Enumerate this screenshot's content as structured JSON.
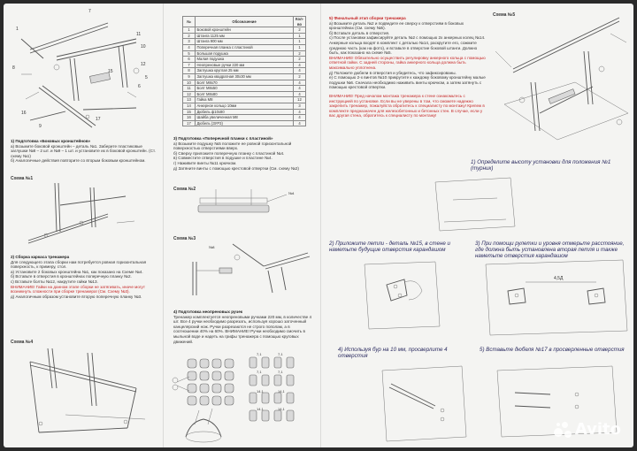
{
  "panel1": {
    "step1_title": "1) Подготовка «Боковых кронштейнов»",
    "step1_text": "а) Возьмите боковой кронштейн – деталь №1. Заберите пластиковые заглушки №8 – 2 шт. и №9 – 1 шт. и установите их в боковой кронштейн. (Ст. схему №1)",
    "step1_b": "б) Аналогичные действия повторите со вторым боковым кронштейном.",
    "scheme1": "Схема №1",
    "step2_title": "2) Сборка каркаса тренажера",
    "step2_text": "Для следующего этапа сборки нам потребуется ровная горизонтальная поверхность, к примеру, стол.",
    "step2_a": "а) Установите 2 боковых кронштейна №1, как показано на Схеме №4.",
    "step2_b": "б) Вставьте в отверстия в кронштейнах поперечную планку №2.",
    "step2_c": "с) Вставьте болты №12, накрутите гайки №13.",
    "step2_warn": "ВНИМАНИЕ! Гайки на данном этапе сборки не затягивать, иначе могут возникнуть сложности при сборке тренажера! (См. Схему №3).",
    "step2_d": "д) Аналогичным образом установите вторую поперечную планку №3.",
    "scheme4": "Схема №4",
    "callouts": [
      "7",
      "11",
      "10",
      "16",
      "15",
      "12",
      "8",
      "9",
      "17",
      "6",
      "5",
      "1"
    ]
  },
  "panel2": {
    "table_head": [
      "№",
      "Обозначение",
      "Кол-во"
    ],
    "parts": [
      [
        "1",
        "Боковой кронштейн",
        "2"
      ],
      [
        "2",
        "Штанга 1125 мм",
        "1"
      ],
      [
        "3",
        "Штанга 900 мм",
        "1"
      ],
      [
        "4",
        "Поперечная планка с пластиной",
        "1"
      ],
      [
        "5",
        "Большая подушка",
        "2"
      ],
      [
        "6",
        "Малая подушка",
        "2"
      ],
      [
        "7",
        "Неопреновые ручки 220 мм",
        "4"
      ],
      [
        "8",
        "Заглушка круглая 25 мм",
        "4"
      ],
      [
        "9",
        "Заглушка квадратная 30х30 мм",
        "2"
      ],
      [
        "10",
        "Болт М8х70",
        "4"
      ],
      [
        "11",
        "Болт М8х50",
        "4"
      ],
      [
        "12",
        "Болт М8х80",
        "4"
      ],
      [
        "13",
        "Гайка М8",
        "12"
      ],
      [
        "14",
        "Анкерное кольцо 10мм",
        "3"
      ],
      [
        "15",
        "Дюбель ф10х80",
        "4"
      ],
      [
        "16",
        "Шайба увеличенная М8",
        "4"
      ],
      [
        "17",
        "Дюбель (ЗУР3)",
        "4"
      ]
    ],
    "step3_title": "3) Подготовка «Поперечной планки с пластиной»",
    "step3_text": "а) Возьмите подушку №5 положите ее ровной горизонтальной поверхностью отверстиями вверх.",
    "step3_b": "б) Сверху приложите поперечную планку с пластиной №4.",
    "step3_c": "в) Совместите отверстия в подушке и пластине №4.",
    "step3_d": "г) Наживите винты №11 крючком.",
    "step3_e": "д) Затяните винты с помощью крестовой отвертки (См. схему №2)",
    "scheme2": "Схема №2",
    "scheme3": "Схема №3",
    "step4_title": "4) Подготовка неопреновых ручек",
    "step4_text": "Тренажер комплектуется неопреновыми ручками 220 мм, в количестве 4 шт. Все 4 ручки необходимо разрезать, используя хорошо заточенный канцелярский нож. Ручки разрезаются не строго пополам, а в соотношении 40% на 60%. ВНИМАНИЕ! Ручки необходимо смочить в мыльной воде и надеть на грифы тренажера с помощью круговых движений.",
    "dims": [
      "7,1",
      "7,1",
      "7,1",
      "7,1",
      "14,1",
      "14,1",
      "14,1",
      "14,1"
    ]
  },
  "panel3": {
    "step5_title": "5) Финальный этап сборки тренажера",
    "step5_a": "а) Возьмите деталь №2 и подведите ее сверху к отверстиям в боковых кронштейнах (См. схему №5).",
    "step5_b": "б) Вставьте деталь в отверстия.",
    "step5_c": "с) После установки зафиксируйте деталь №2 с помощью 2х анкерных колец №14. Анкерные кольца входят в комплект с деталью №14, раскрутите его, сожмите среднюю часть (как на фото), и вставьте в отверстие боковой штанги. Должно быть, как показано на схеме №5.",
    "step5_warn": "ВНИМАНИЕ! Обязательно осуществить регулировку анкерного кольца с помощью ответной гайки. С задней стороны, гайка анкерного кольца должна быть максимально уплотнена.",
    "step5_d": "д) Положите дюбели в отверстия и убедитесь, что зафиксированы.",
    "step5_e": "е) С помощью 2-х винтов №10 прикрутите к каждому боковому кронштейну малые подушки №6. Сначала необходимо наживить винты крючком, а затем затянуть с помощью крестовой отвертки.",
    "notice": "ВНИМАНИЕ! Пред началом монтажа тренажера к стене ознакомьтесь с инструкцией по установке. Если вы не уверены в том, что сможете надежно закрепить тренажер, пожалуйста обратитесь к специалисту по монтажу! Крепеж в комплекте предназначен для железобетонных и бетонных стен. В случае, если у вас другая стена, обратитесь к специалисту по монтажу!",
    "scheme5": "Схема №5",
    "mount1": "1) Определите высоту установки для положения №1 (турник)",
    "mount2": "2) Приложите петли - деталь №15, в стене и наметьте будущие отверстия карандашом",
    "mount3": "3) При помощи рулетки и уровня отмерьте расстояние, где должна быть установлена вторая петля и также наметьте отверстия карандашом",
    "mount3_dim": "4,5Д",
    "mount4": "4) Используя бур на 10 мм, просверлите 4 отверстия",
    "mount5": "5) Вставьте дюбеля №17 в просверленные отверстия",
    "watermark": "Avito"
  }
}
